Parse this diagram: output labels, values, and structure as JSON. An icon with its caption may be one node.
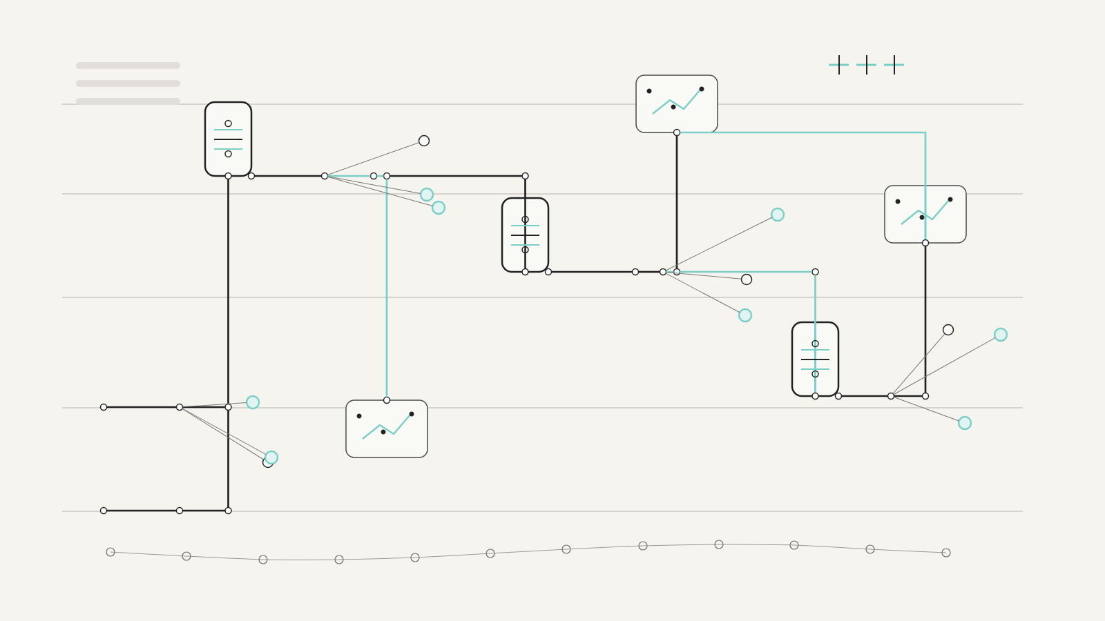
{
  "diagram": {
    "nodes": [
      {
        "text": [],
        "shape": "picture"
      },
      {
        "text": [],
        "shape": "box"
      },
      {
        "text": [],
        "shape": "circle"
      },
      {
        "text": [],
        "shape": "circle"
      },
      {
        "text": [],
        "shape": "circle"
      },
      {
        "text": [],
        "shape": "circle"
      },
      {
        "text": [],
        "shape": "circle"
      },
      {
        "text": [],
        "shape": "picture"
      },
      {
        "text": [],
        "shape": "circle"
      },
      {
        "text": [],
        "shape": "box"
      },
      {
        "text": [],
        "shape": "circle"
      },
      {
        "text": [],
        "shape": "circle"
      },
      {
        "text": [],
        "shape": "circle"
      },
      {
        "text": [],
        "shape": "circle"
      },
      {
        "text": [],
        "shape": "circle"
      },
      {
        "text": [],
        "shape": "circle"
      },
      {
        "text": [],
        "shape": "circle"
      },
      {
        "text": [],
        "shape": "circle"
      },
      {
        "text": [],
        "shape": "box"
      },
      {
        "text": [],
        "shape": "circle"
      },
      {
        "text": [],
        "shape": "circle"
      },
      {
        "text": [],
        "shape": "circle"
      },
      {
        "text": [],
        "shape": "circle"
      },
      {
        "text": [],
        "shape": "picture"
      },
      {
        "text": [],
        "shape": "circle"
      },
      {
        "text": [],
        "shape": "circle"
      },
      {
        "text": [],
        "shape": "circle"
      },
      {
        "text": [],
        "shape": "circle"
      },
      {
        "text": [],
        "shape": "circle"
      },
      {
        "text": [],
        "shape": "circle"
      },
      {
        "text": [],
        "shape": "circle"
      },
      {
        "text": [],
        "shape": "circle"
      },
      {
        "text": [],
        "shape": "circle"
      },
      {
        "text": [],
        "shape": "circle"
      }
    ],
    "edges": [
      {
        "from": 1,
        "to": 3,
        "arrow": "none"
      },
      {
        "from": 3,
        "to": 4,
        "arrow": "none",
        "color": "#7ccfc8"
      },
      {
        "from": 4,
        "to": 5,
        "arrow": "none",
        "color": "#7ccfc8"
      },
      {
        "from": 5,
        "to": 23,
        "arrow": "none",
        "color": "#7ccfc8"
      },
      {
        "from": 5,
        "to": 6,
        "arrow": "none"
      },
      {
        "from": 6,
        "to": 9,
        "arrow": "none"
      },
      {
        "from": 9,
        "to": 12,
        "arrow": "none"
      },
      {
        "from": 12,
        "to": 13,
        "arrow": "none"
      },
      {
        "from": 13,
        "to": 14,
        "arrow": "none",
        "color": "#7ccfc8"
      },
      {
        "from": 14,
        "to": 15,
        "arrow": "none",
        "color": "#7ccfc8"
      },
      {
        "from": 15,
        "to": 18,
        "arrow": "none",
        "color": "#7ccfc8"
      },
      {
        "from": 0,
        "to": 14,
        "arrow": "none"
      },
      {
        "from": 0,
        "to": 7,
        "arrow": "none",
        "color": "#7ccfc8"
      },
      {
        "from": 18,
        "to": 21,
        "arrow": "none"
      },
      {
        "from": 21,
        "to": 22,
        "arrow": "none"
      },
      {
        "from": 22,
        "to": 7,
        "arrow": "none"
      },
      {
        "from": 1,
        "to": 27,
        "arrow": "none"
      },
      {
        "from": 27,
        "to": 33,
        "arrow": "none"
      },
      {
        "from": 25,
        "to": 26,
        "arrow": "none"
      },
      {
        "from": 26,
        "to": 27,
        "arrow": "none"
      },
      {
        "from": 31,
        "to": 32,
        "arrow": "none"
      },
      {
        "from": 32,
        "to": 33,
        "arrow": "none"
      },
      {
        "from": 3,
        "to": 2,
        "arrow": "none",
        "color": "#777777"
      },
      {
        "from": 3,
        "to": 8,
        "arrow": "none",
        "color": "#777777"
      },
      {
        "from": 3,
        "to": 10,
        "arrow": "none",
        "color": "#777777"
      },
      {
        "from": 13,
        "to": 11,
        "arrow": "none",
        "color": "#777777"
      },
      {
        "from": 13,
        "to": 16,
        "arrow": "none",
        "color": "#777777"
      },
      {
        "from": 13,
        "to": 17,
        "arrow": "none",
        "color": "#777777"
      },
      {
        "from": 21,
        "to": 19,
        "arrow": "none",
        "color": "#777777"
      },
      {
        "from": 21,
        "to": 20,
        "arrow": "none",
        "color": "#777777"
      },
      {
        "from": 21,
        "to": 28,
        "arrow": "none",
        "color": "#777777"
      },
      {
        "from": 26,
        "to": 24,
        "arrow": "none",
        "color": "#777777"
      },
      {
        "from": 26,
        "to": 29,
        "arrow": "none",
        "color": "#777777"
      },
      {
        "from": 26,
        "to": 30,
        "arrow": "none",
        "color": "#777777"
      }
    ]
  }
}
